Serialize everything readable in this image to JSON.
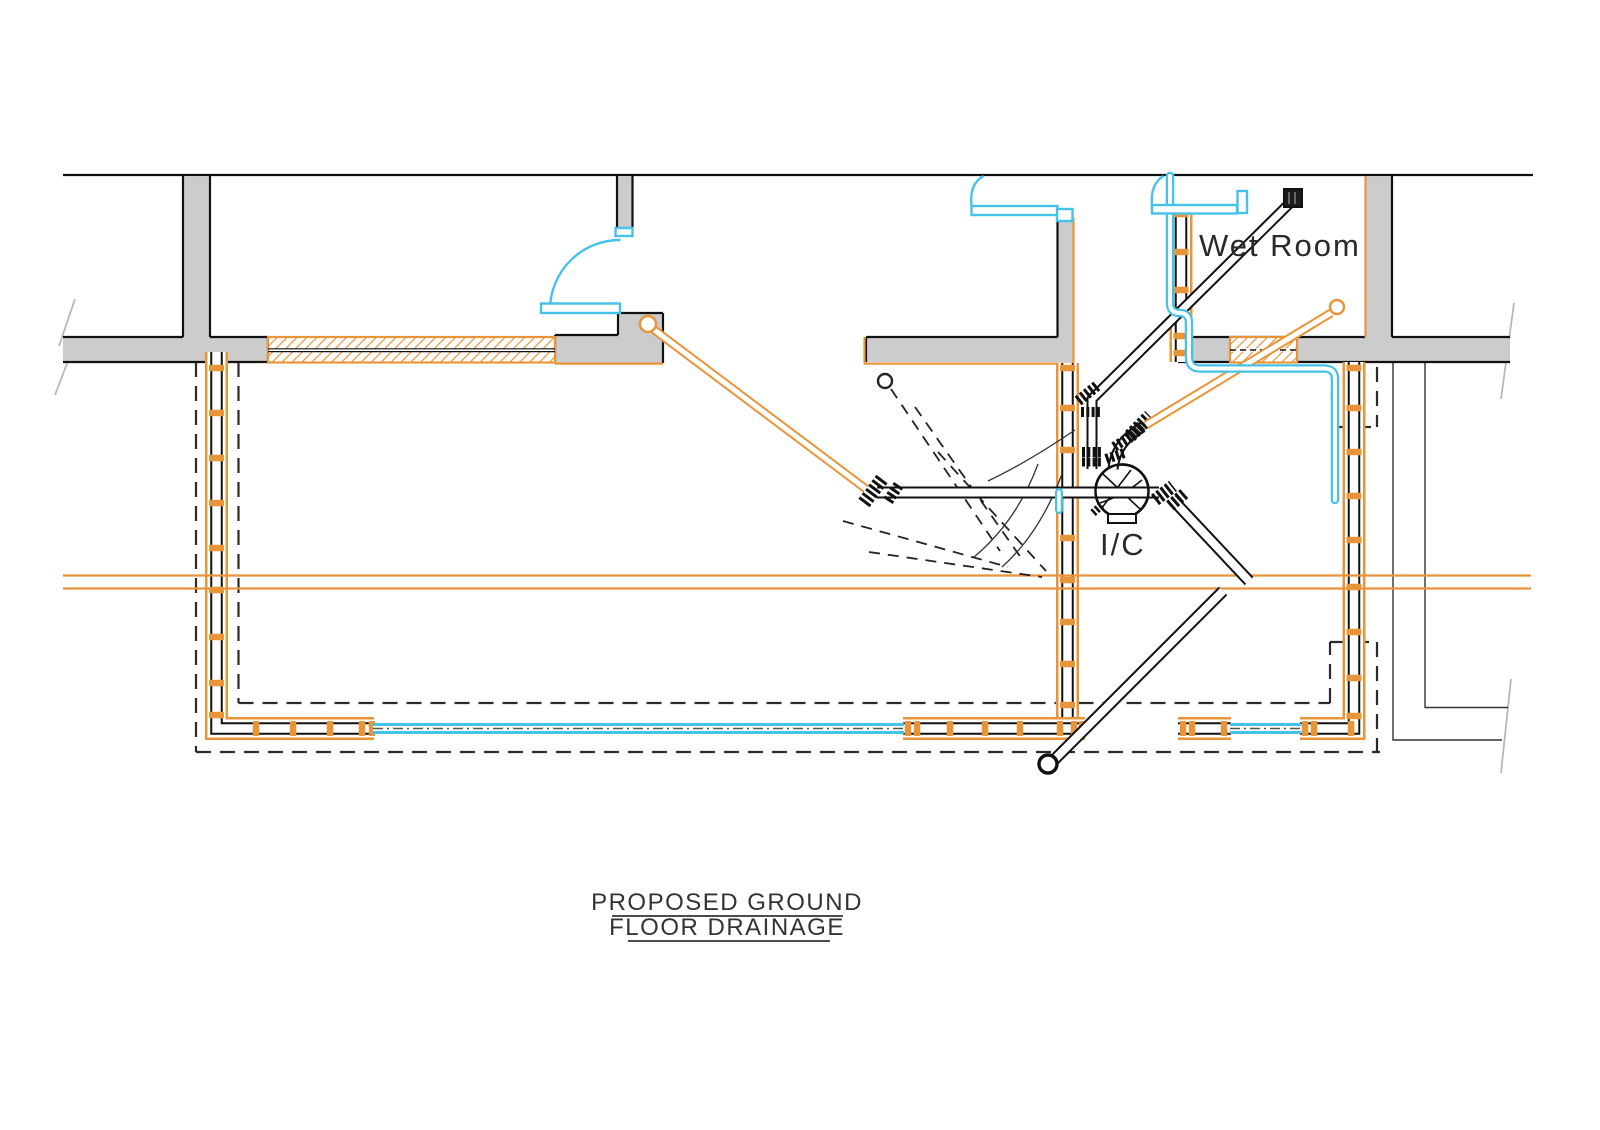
{
  "drawing": {
    "title_line1": "PROPOSED GROUND",
    "title_line2": "FLOOR DRAINAGE",
    "room_label": "Wet Room",
    "chamber_label": "I/C"
  },
  "legend_semantics": {
    "orange_lines": "proposed drainage runs / lintels over pipes",
    "cyan_lines": "water supply pipework and door swings",
    "black_double_lines": "proposed soil pipework",
    "dashed_lines": "excavation / foundation boundary and existing drains",
    "circle_ic": "inspection chamber"
  },
  "colors": {
    "pipe_orange": "#E8953A",
    "water_cyan": "#45C2E8",
    "wall_gray": "#cccccc",
    "line_black": "#111111",
    "dash_dark": "#2b2b2b",
    "break_gray": "#b8b8b8"
  }
}
